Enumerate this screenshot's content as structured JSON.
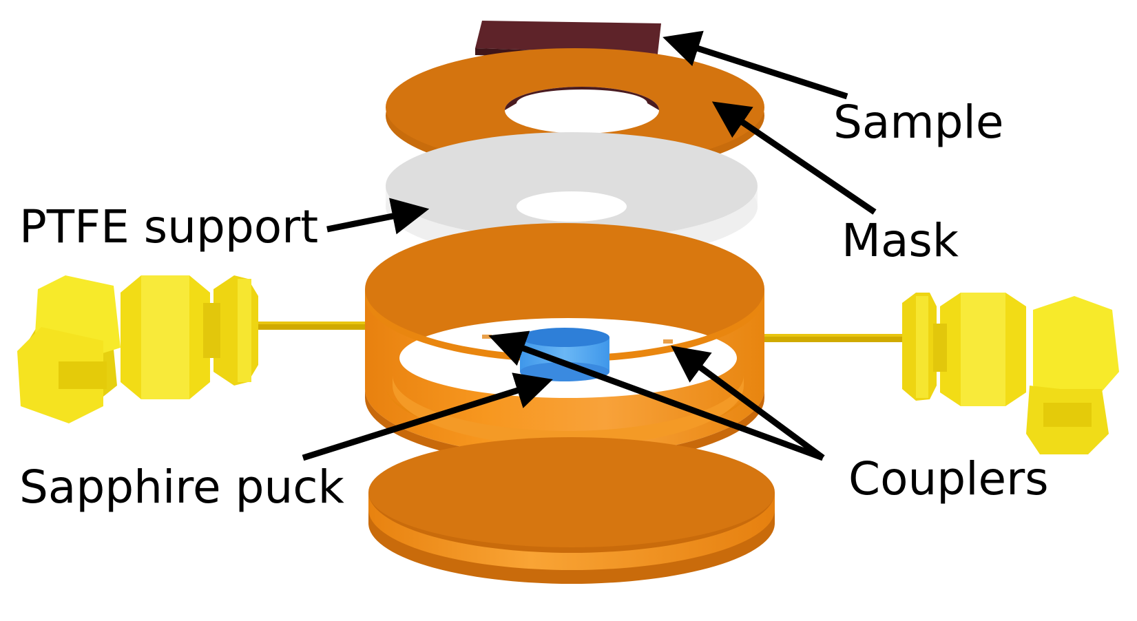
{
  "labels": {
    "sample": "Sample",
    "mask": "Mask",
    "ptfe": "PTFE support",
    "puck": "Sapphire puck",
    "couplers": "Couplers"
  },
  "colors": {
    "copper_top": "#d4740f",
    "copper_side": "#f39421",
    "copper_dark": "#c5680b",
    "ptfe_top": "#dcdcdc",
    "ptfe_side": "#f2f2f2",
    "sample": "#5a2127",
    "puck_top": "#3a8fe6",
    "puck_side": "#55aaf2",
    "connector": "#f5e01a",
    "connector_dark": "#d9c20a",
    "coax": "#c9a600",
    "arrow": "#000000"
  }
}
